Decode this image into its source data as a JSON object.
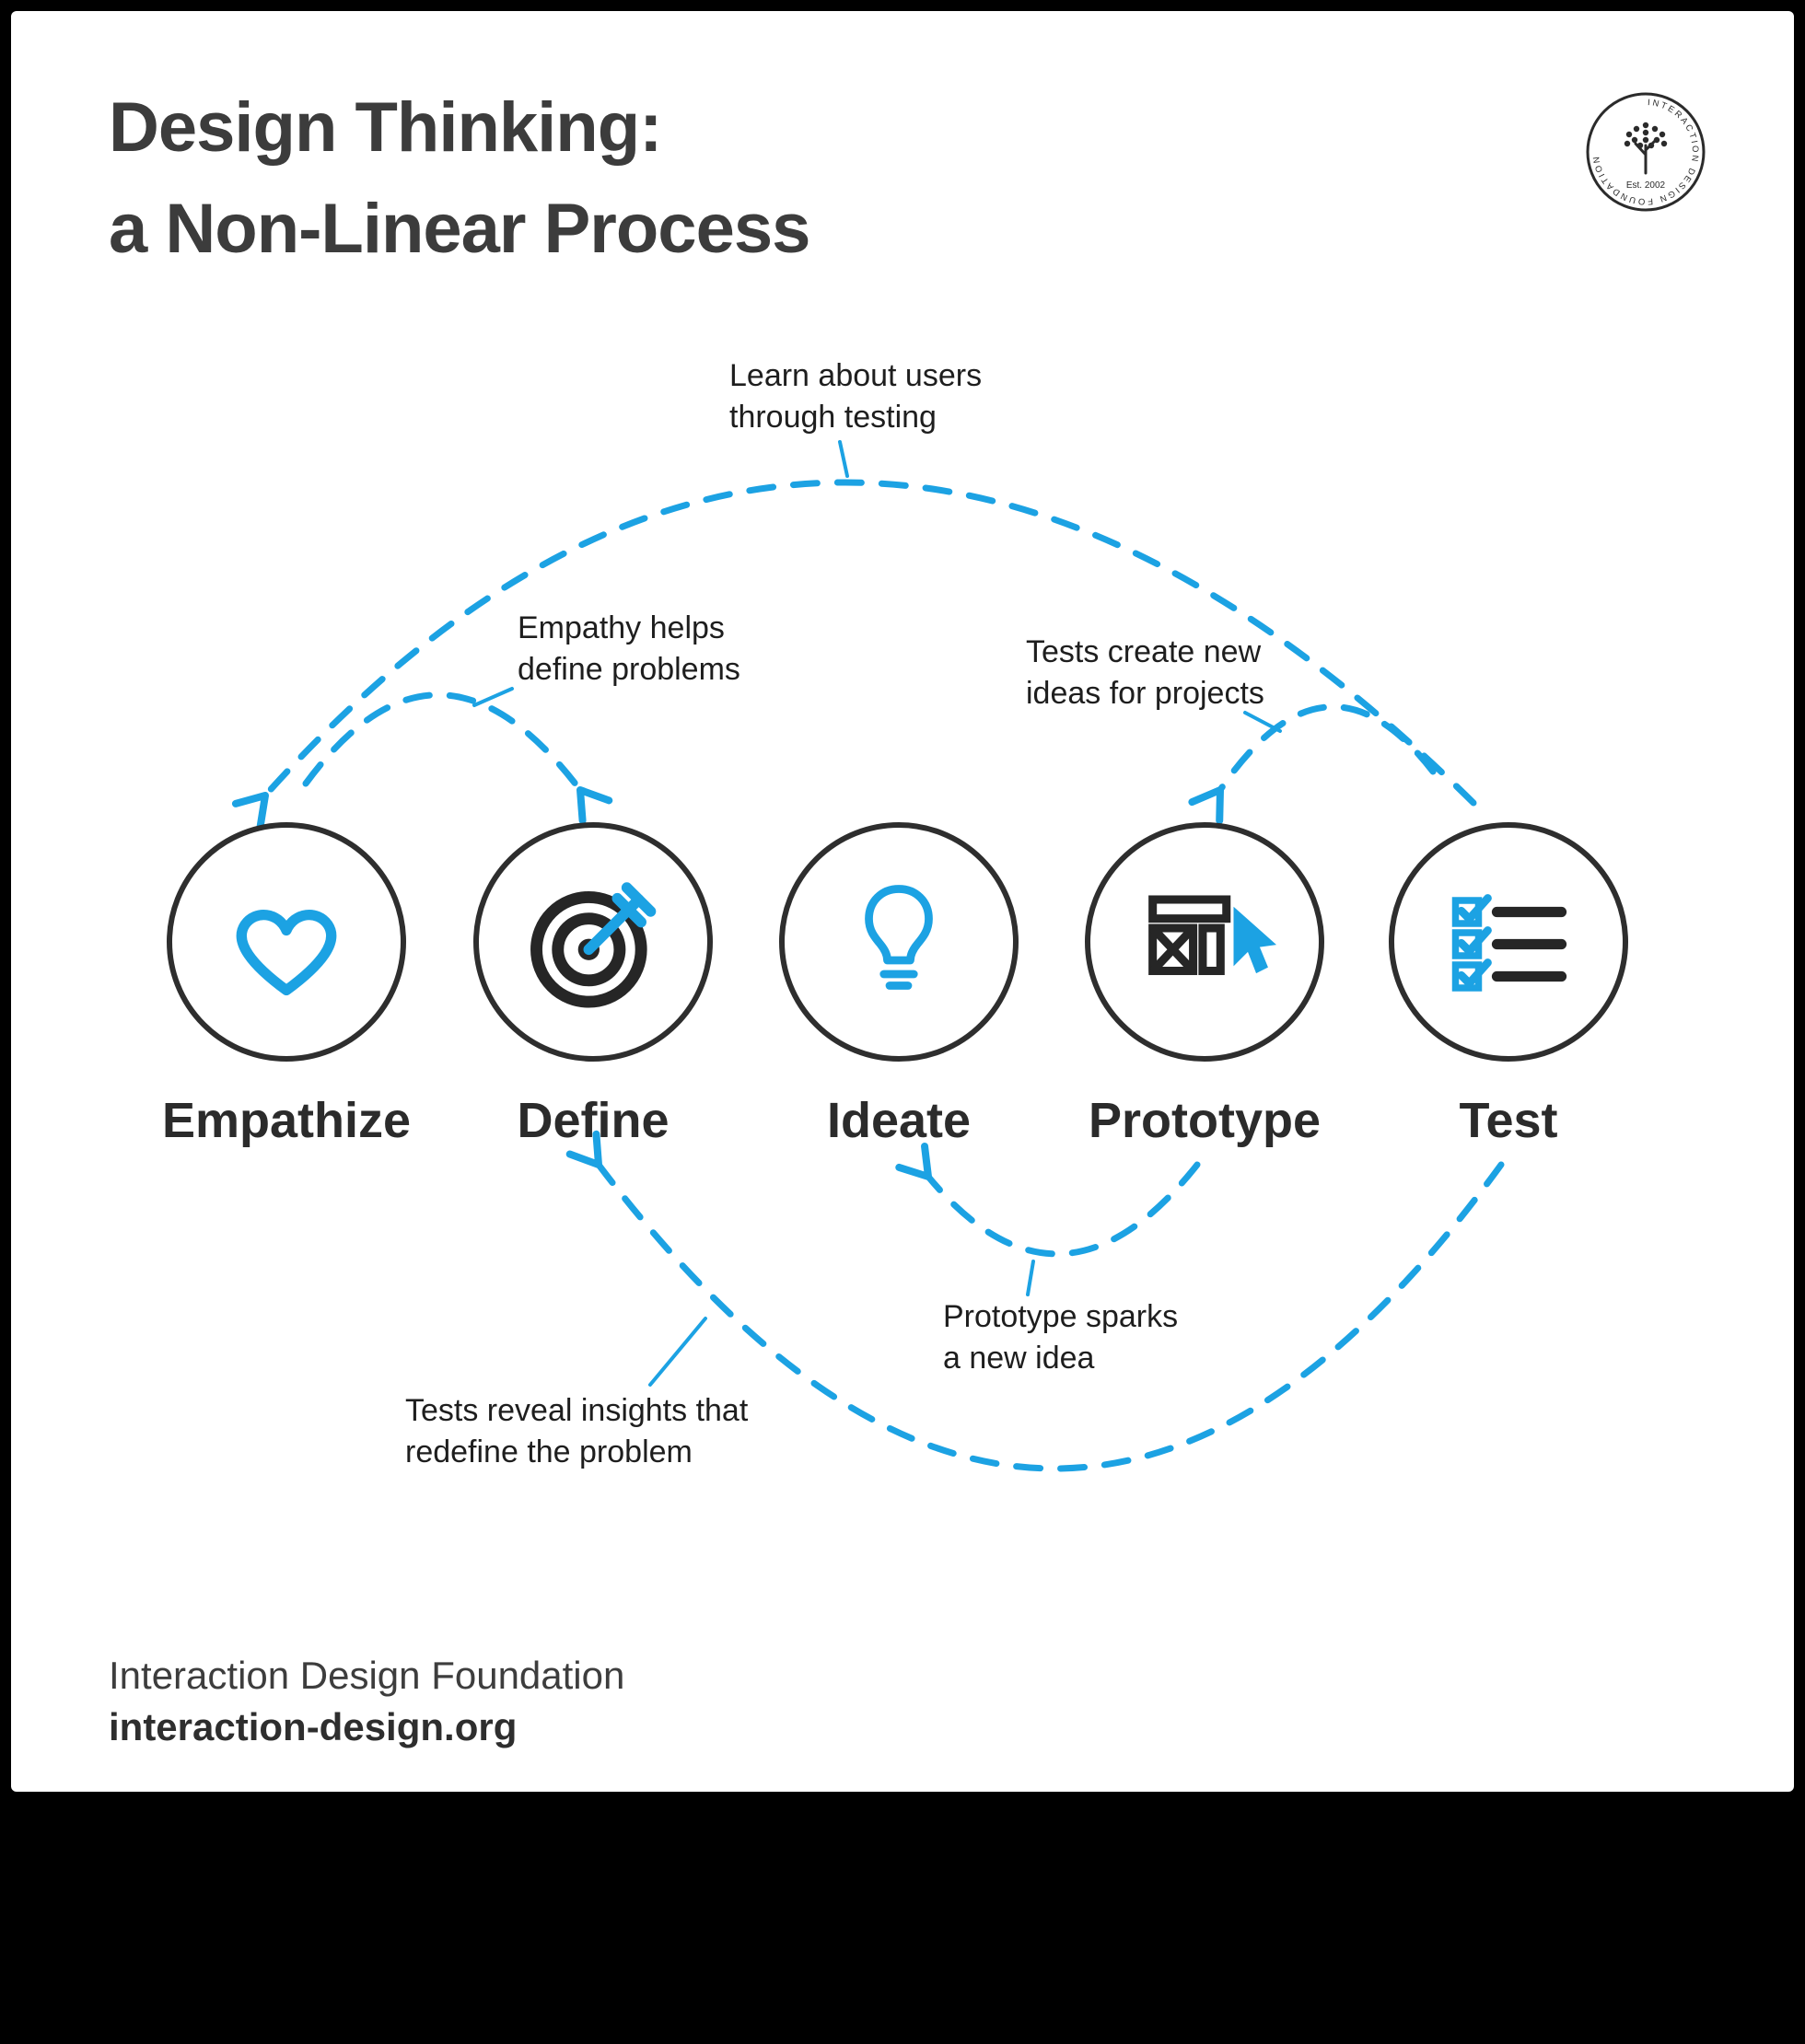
{
  "title": {
    "line1": "Design Thinking:",
    "line2": "a Non-Linear Process"
  },
  "logo": {
    "ring_text": "INTERACTION DESIGN FOUNDATION",
    "established": "Est. 2002"
  },
  "stages": [
    {
      "label": "Empathize",
      "icon": "heart-icon"
    },
    {
      "label": "Define",
      "icon": "bullseye-dart-icon"
    },
    {
      "label": "Ideate",
      "icon": "lightbulb-icon"
    },
    {
      "label": "Prototype",
      "icon": "wireframe-cursor-icon"
    },
    {
      "label": "Test",
      "icon": "checklist-icon"
    }
  ],
  "annotations": [
    {
      "id": "learn-about-users",
      "text": "Learn about users\nthrough testing"
    },
    {
      "id": "empathy-helps",
      "text": "Empathy helps\ndefine problems"
    },
    {
      "id": "tests-create-ideas",
      "text": "Tests create new\nideas for projects"
    },
    {
      "id": "prototype-sparks",
      "text": "Prototype sparks\na new idea"
    },
    {
      "id": "tests-reveal-insights",
      "text": "Tests reveal insights that\nredefine the problem"
    }
  ],
  "footer": {
    "org": "Interaction Design Foundation",
    "site": "interaction-design.org"
  },
  "colors": {
    "accent": "#1CA2E3",
    "ink": "#2E2E2E"
  }
}
